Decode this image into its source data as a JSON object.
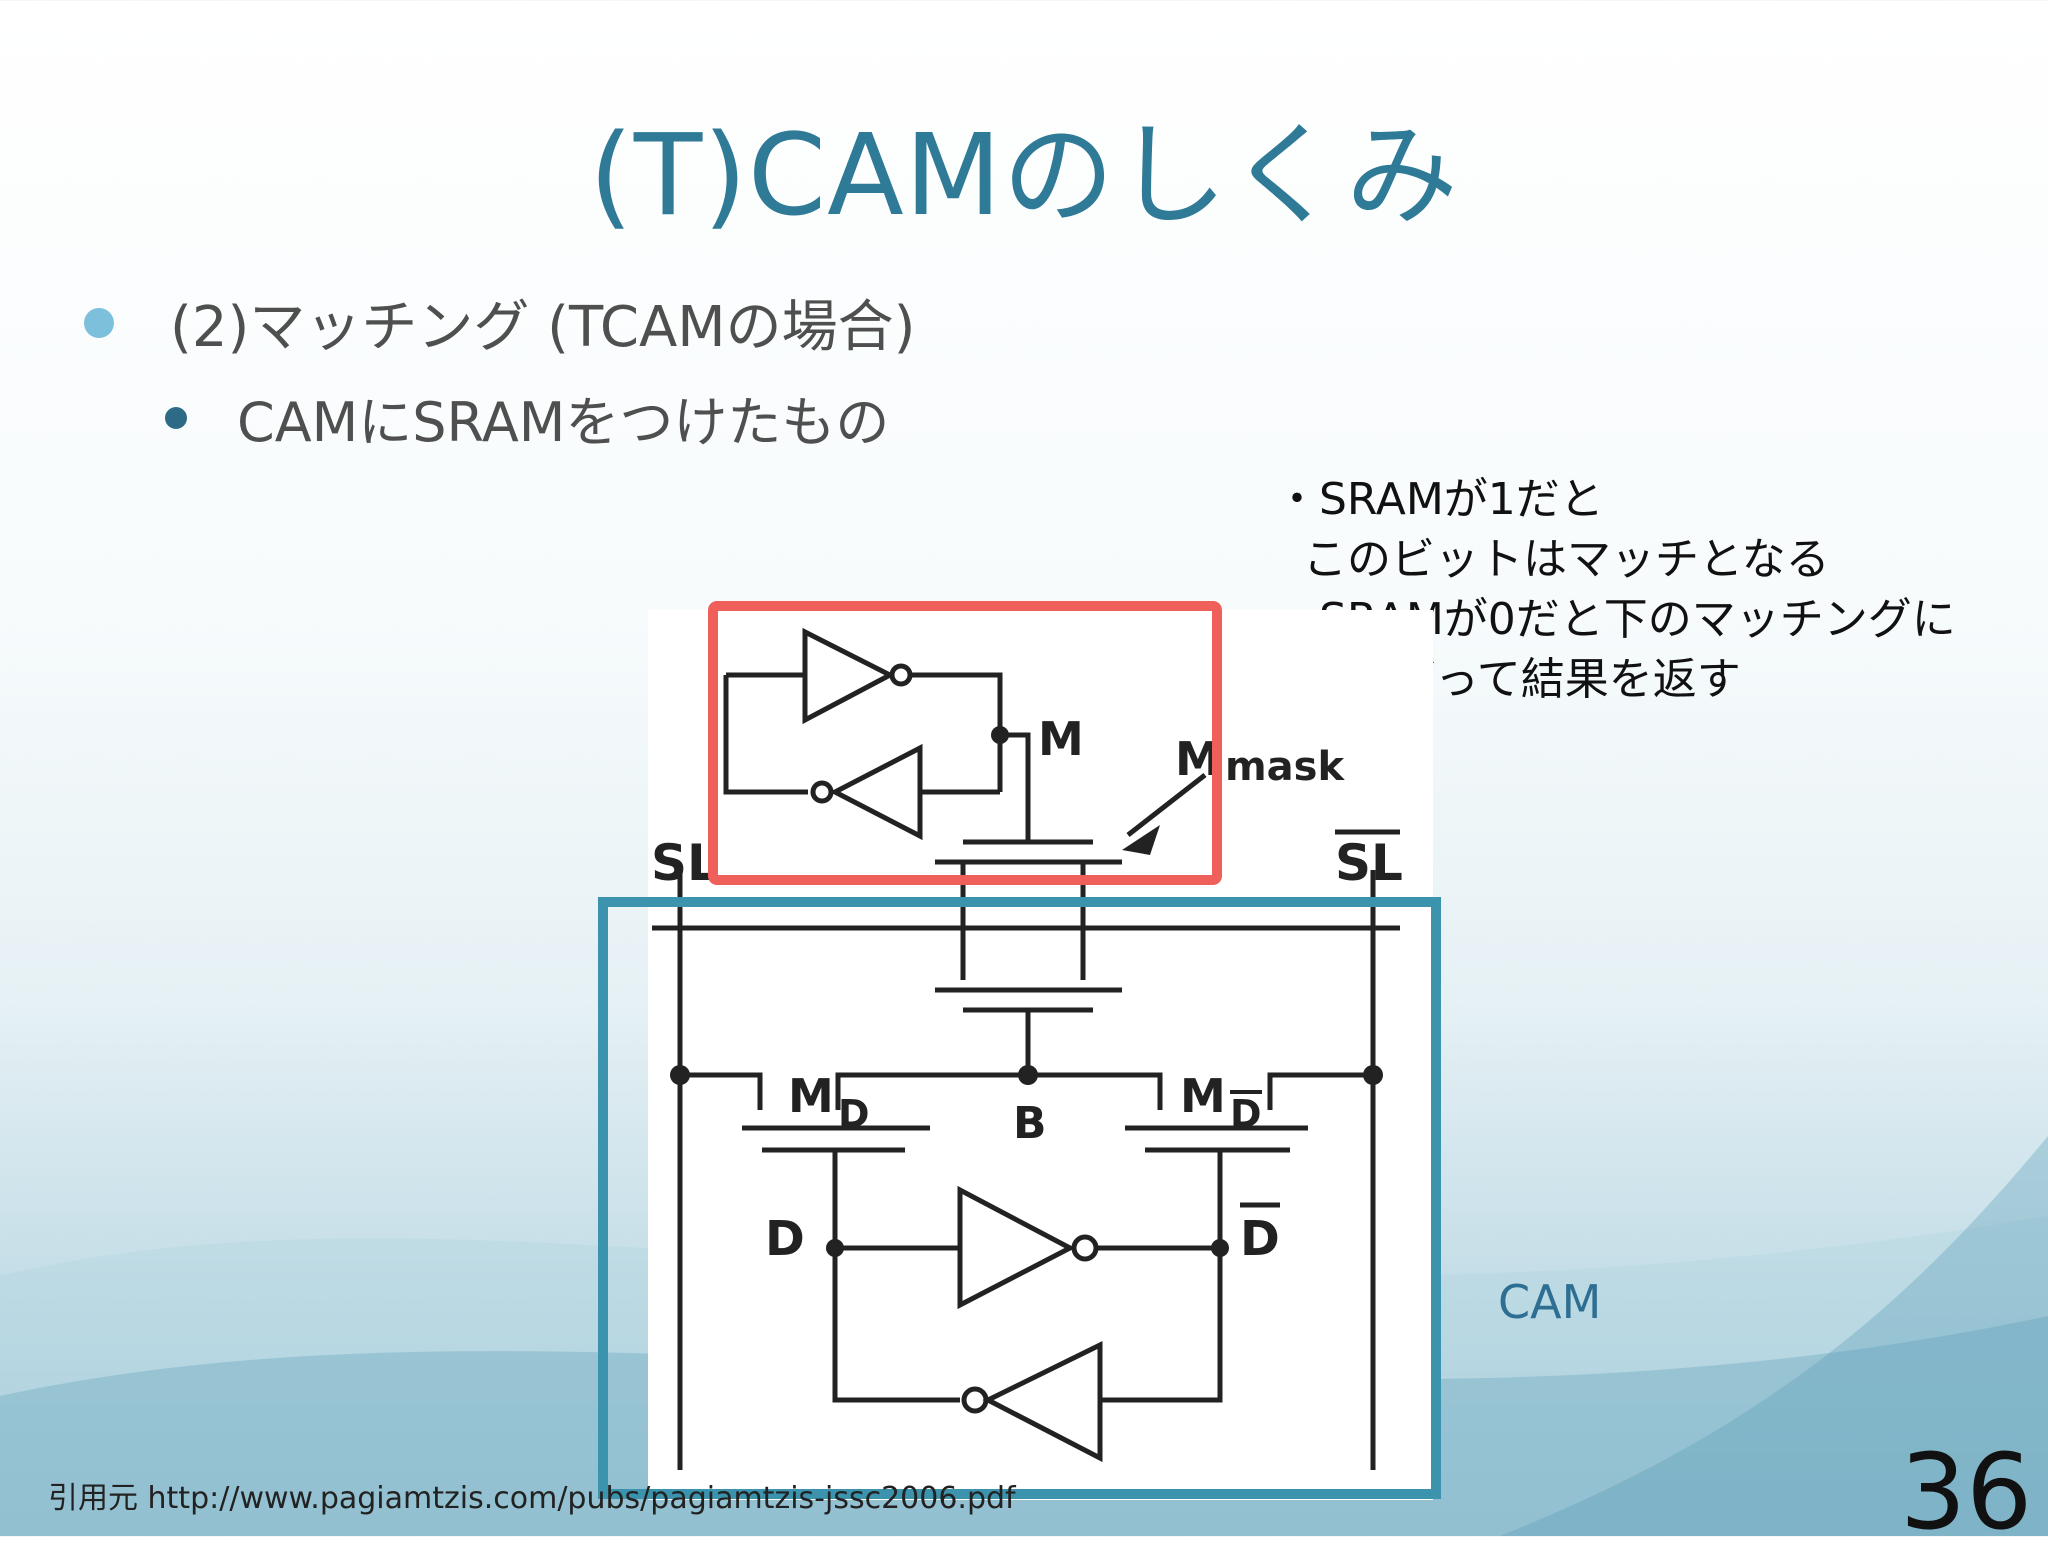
{
  "slide": {
    "title": "(T)CAMのしくみ",
    "bullet_level1": "(2)マッチング (TCAMの場合)",
    "bullet_level2": "CAMにSRAMをつけたもの",
    "notes": [
      "・SRAMが1だと",
      "  このビットはマッチとなる",
      "・SRAMが0だと下のマッチングに",
      "  したがって結果を返す"
    ],
    "cam_label": "CAM",
    "source": "引用元 http://www.pagiamtzis.com/pubs/pagiamtzis-jssc2006.pdf",
    "page_number": "36"
  },
  "circuit": {
    "labels": {
      "M": "M",
      "Mmask_M": "M",
      "Mmask_sub": "mask",
      "SL": "SL",
      "SLbar": "SL",
      "MD_M": "M",
      "MD_sub": "D",
      "MDbar_M": "M",
      "MDbar_sub": "D",
      "B": "B",
      "D": "D",
      "Dbar": "D"
    },
    "sram_box_color": "#f0605a",
    "cam_box_color": "#3b93ad"
  }
}
